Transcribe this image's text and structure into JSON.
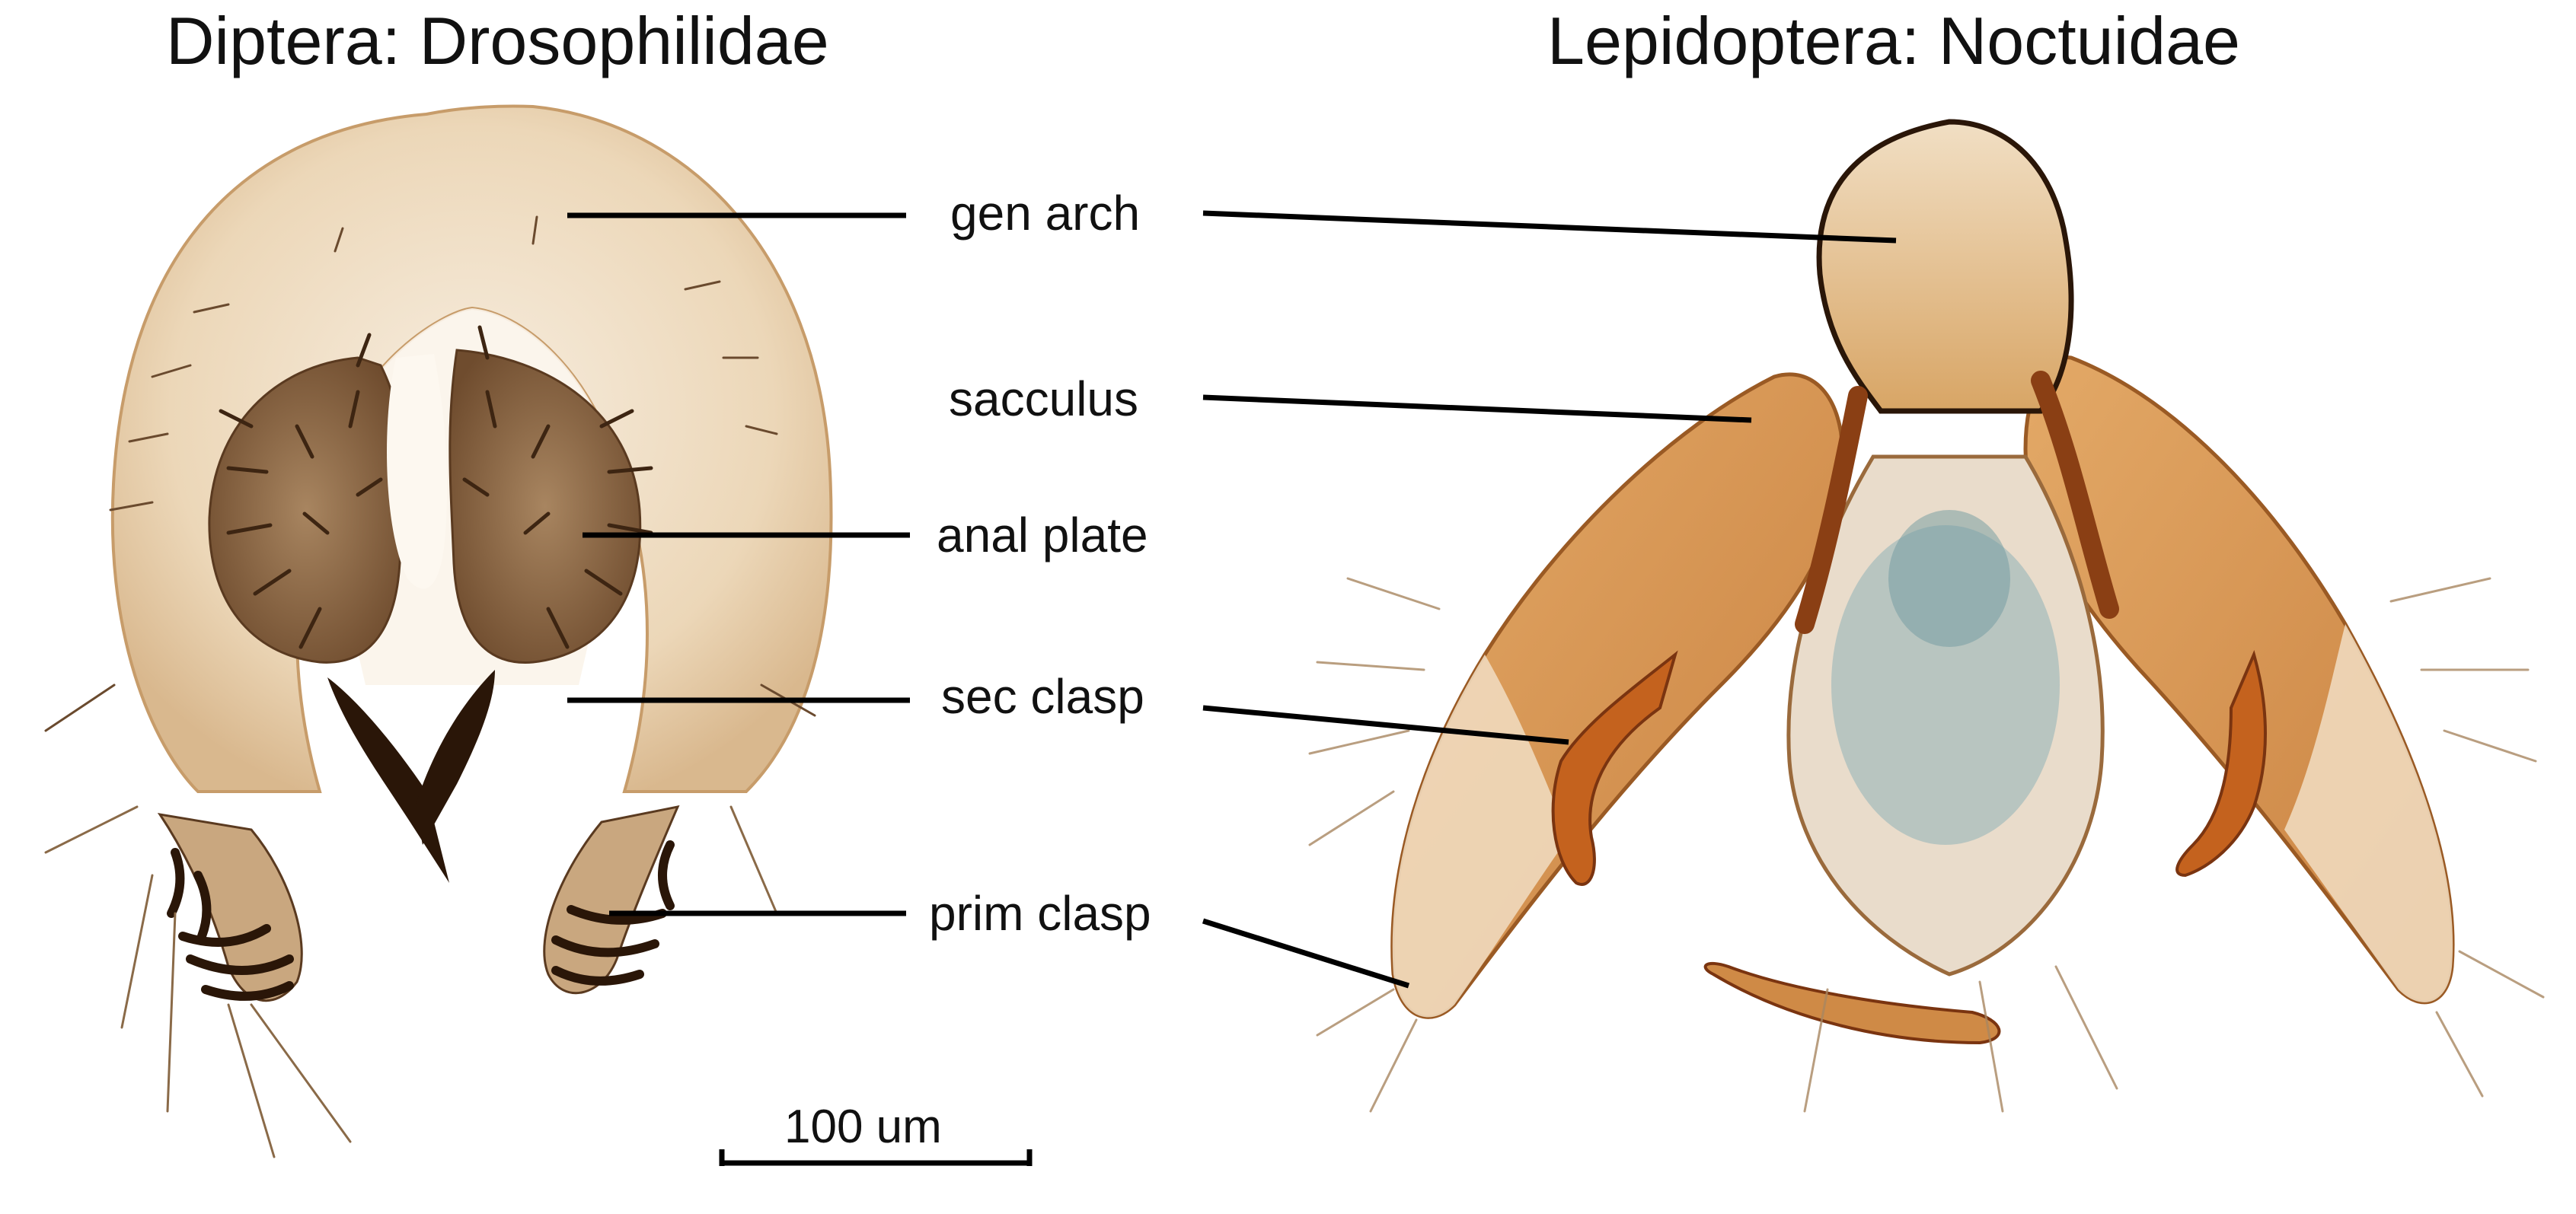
{
  "panels": {
    "left_title": "Diptera: Drosophilidae",
    "right_title": "Lepidoptera: Noctuidae"
  },
  "labels": {
    "gen_arch": "gen arch",
    "sacculus": "sacculus",
    "anal_plate": "anal plate",
    "sec_clasp": "sec clasp",
    "prim_clasp": "prim clasp"
  },
  "scale_bar": {
    "text": "100 um"
  },
  "colors": {
    "drosophila_cuticle": "#e8d2b2",
    "drosophila_dark": "#5a3a20",
    "noctuid_orange": "#d99a55",
    "noctuid_dark": "#8a3f14",
    "noctuid_blue": "#8fb3b8",
    "leader_line": "#000000"
  }
}
